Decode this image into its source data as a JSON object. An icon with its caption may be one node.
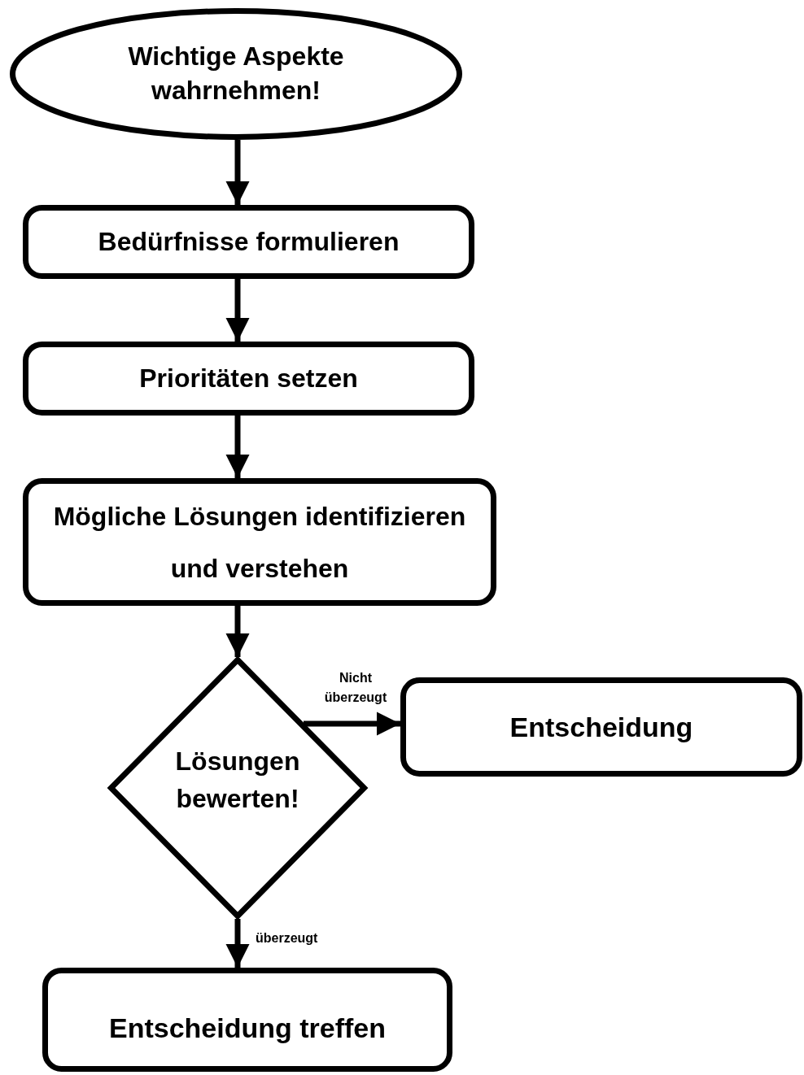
{
  "diagram": {
    "nodes": [
      {
        "text": [
          "Wichtige Aspekte wahrnehmen!"
        ]
      },
      {
        "text": [
          "Bedürfnisse formulieren"
        ]
      },
      {
        "text": [
          "Prioritäten setzen"
        ]
      },
      {
        "text": [
          "Mögliche Lösungen identifizieren und verstehen"
        ]
      },
      {
        "text": [
          "Lösungen bewerten!"
        ]
      },
      {
        "text": [
          "Entscheidung"
        ]
      },
      {
        "text": [
          "Entscheidung treffen"
        ]
      }
    ],
    "edges": [
      {
        "from": 0,
        "to": 1,
        "arrow": "to"
      },
      {
        "from": 1,
        "to": 2,
        "arrow": "to"
      },
      {
        "from": 2,
        "to": 3,
        "arrow": "to"
      },
      {
        "from": 3,
        "to": 4,
        "arrow": "to"
      },
      {
        "from": 4,
        "to": 5,
        "arrow": "to",
        "label": "Nicht überzeugt"
      },
      {
        "from": 4,
        "to": 6,
        "arrow": "to",
        "label": "überzeugt"
      }
    ]
  }
}
